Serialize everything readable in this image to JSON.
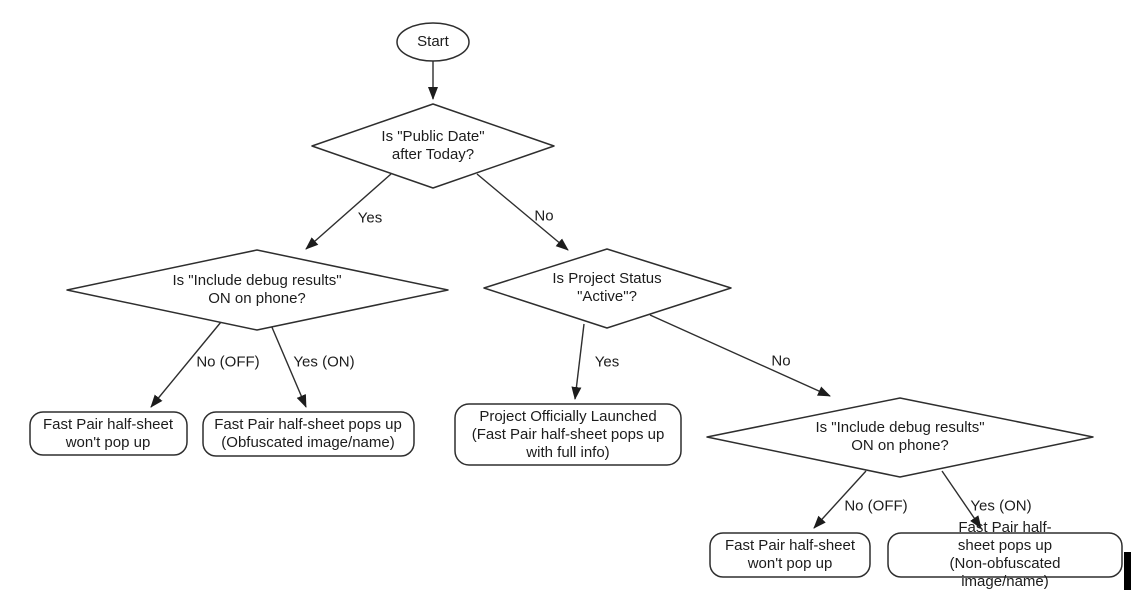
{
  "colors": {
    "background": "#ffffff",
    "stroke": "#2e2e2e",
    "text": "#1c1c1c",
    "cursor_bar": "#000000"
  },
  "nodes": {
    "start": "Start",
    "decision_public_date": "Is \"Public Date\"\nafter Today?",
    "decision_debug_left": "Is \"Include debug results\"\nON on phone?",
    "decision_project_status": "Is Project Status\n\"Active\"?",
    "decision_debug_right": "Is \"Include debug results\"\nON on phone?",
    "outcome_no_popup_left": "Fast Pair half-sheet\nwon't pop up",
    "outcome_obfuscated": "Fast Pair half-sheet pops up\n(Obfuscated image/name)",
    "outcome_launched": "Project Officially Launched\n(Fast Pair half-sheet pops up\nwith full info)",
    "outcome_no_popup_right": "Fast Pair half-sheet\nwon't pop up",
    "outcome_non_obfuscated": "Fast Pair half-sheet pops up\n(Non-obfuscated image/name)"
  },
  "edge_labels": {
    "public_date_yes": "Yes",
    "public_date_no": "No",
    "debug_left_no": "No (OFF)",
    "debug_left_yes": "Yes (ON)",
    "status_yes": "Yes",
    "status_no": "No",
    "debug_right_no": "No (OFF)",
    "debug_right_yes": "Yes (ON)"
  }
}
